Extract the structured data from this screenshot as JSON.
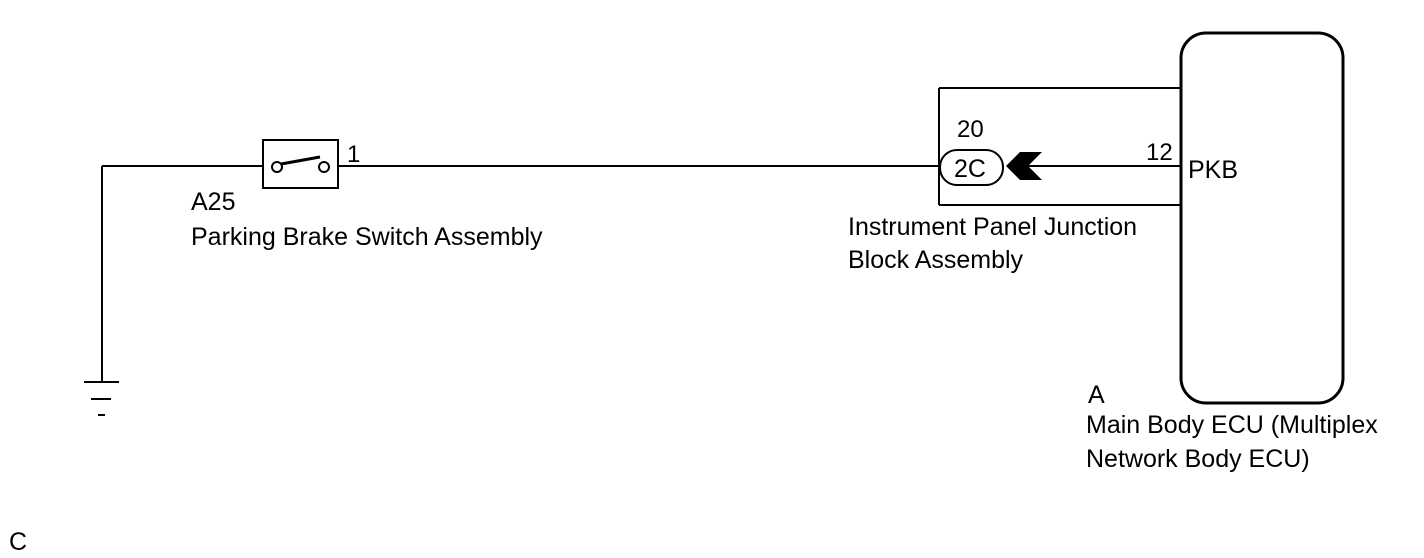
{
  "components": {
    "switch": {
      "code": "A25",
      "name": "Parking Brake Switch Assembly",
      "pin": "1"
    },
    "junction": {
      "name_line1": "Instrument Panel Junction",
      "name_line2": "Block Assembly",
      "pin": "20",
      "connector": "2C"
    },
    "ecu": {
      "code": "A",
      "name_line1": "Main Body ECU (Multiplex",
      "name_line2": "Network Body ECU)",
      "pin": "12",
      "terminal": "PKB"
    }
  },
  "corner_label": "C",
  "colors": {
    "line": "#000000",
    "background": "#ffffff"
  }
}
